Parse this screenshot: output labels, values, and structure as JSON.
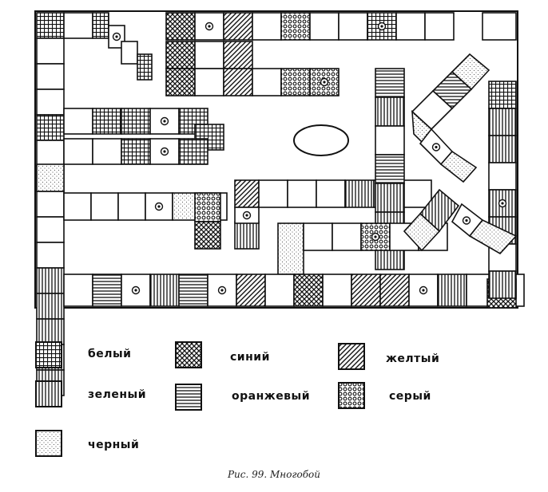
{
  "legend": [
    {
      "key": "white",
      "label": "белый",
      "pattern": "grid"
    },
    {
      "key": "blue",
      "label": "синий",
      "pattern": "cross"
    },
    {
      "key": "yellow",
      "label": "желтый",
      "pattern": "diag"
    },
    {
      "key": "green",
      "label": "зеленый",
      "pattern": "vlines"
    },
    {
      "key": "orange",
      "label": "оранжевый",
      "pattern": "hlines"
    },
    {
      "key": "grey",
      "label": "серый",
      "pattern": "circles"
    },
    {
      "key": "black",
      "label": "черный",
      "pattern": "dots"
    }
  ],
  "caption": "Рис. 99. Многобой",
  "colors": {
    "ink": "#111111",
    "paper": "#ffffff"
  }
}
